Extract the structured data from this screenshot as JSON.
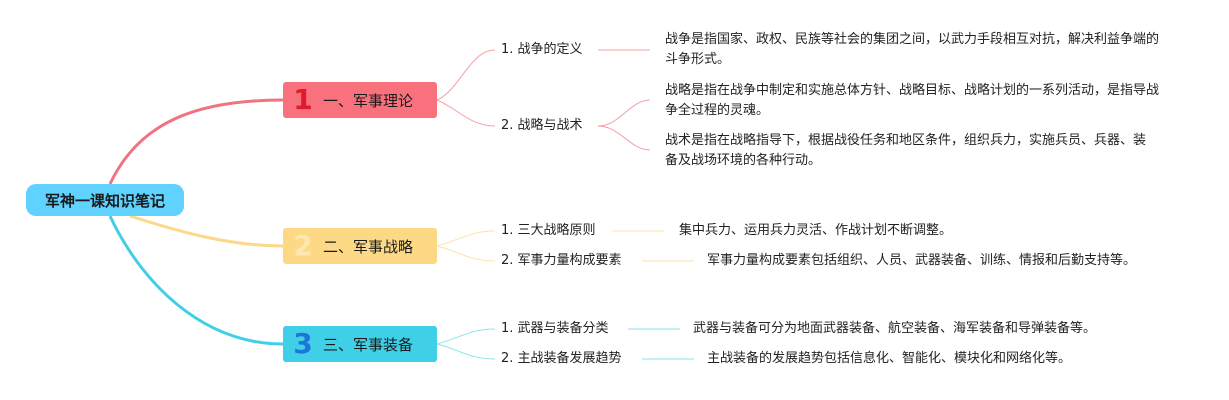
{
  "root": {
    "label": "军神一课知识笔记"
  },
  "branches": [
    {
      "num": "1",
      "label": "一、军事理论",
      "color": "#f9717c",
      "subs": [
        {
          "label": "1. 战争的定义",
          "leaves": [
            "战争是指国家、政权、民族等社会的集团之间，以武力手段相互对抗，解决利益争端的斗争形式。"
          ]
        },
        {
          "label": "2. 战略与战术",
          "leaves": [
            "战略是指在战争中制定和实施总体方针、战略目标、战略计划的一系列活动，是指导战争全过程的灵魂。",
            "战术是指在战略指导下，根据战役任务和地区条件，组织兵力，实施兵员、兵器、装备及战场环境的各种行动。"
          ]
        }
      ]
    },
    {
      "num": "2",
      "label": "二、军事战略",
      "color": "#fdd985",
      "subs": [
        {
          "label": "1. 三大战略原则",
          "leaves": [
            "集中兵力、运用兵力灵活、作战计划不断调整。"
          ]
        },
        {
          "label": "2. 军事力量构成要素",
          "leaves": [
            "军事力量构成要素包括组织、人员、武器装备、训练、情报和后勤支持等。"
          ]
        }
      ]
    },
    {
      "num": "3",
      "label": "三、军事装备",
      "color": "#3fd0e8",
      "subs": [
        {
          "label": "1. 武器与装备分类",
          "leaves": [
            "武器与装备可分为地面武器装备、航空装备、海军装备和导弹装备等。"
          ]
        },
        {
          "label": "2. 主战装备发展趋势",
          "leaves": [
            "主战装备的发展趋势包括信息化、智能化、模块化和网络化等。"
          ]
        }
      ]
    }
  ]
}
